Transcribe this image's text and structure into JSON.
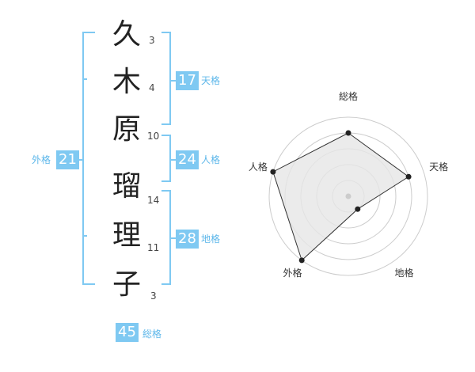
{
  "name": {
    "characters": [
      {
        "char": "久",
        "strokes": "3"
      },
      {
        "char": "木",
        "strokes": "4"
      },
      {
        "char": "原",
        "strokes": "10"
      },
      {
        "char": "瑠",
        "strokes": "14"
      },
      {
        "char": "理",
        "strokes": "11"
      },
      {
        "char": "子",
        "strokes": "3"
      }
    ]
  },
  "fortunes": {
    "tenkaku": {
      "value": "17",
      "label": "天格"
    },
    "jinkaku": {
      "value": "24",
      "label": "人格"
    },
    "chikaku": {
      "value": "28",
      "label": "地格"
    },
    "gaikaku": {
      "value": "21",
      "label": "外格"
    },
    "soukaku": {
      "value": "45",
      "label": "総格"
    }
  },
  "chart_data": {
    "type": "radar",
    "axes": [
      "総格",
      "天格",
      "地格",
      "外格",
      "人格"
    ],
    "max": 5,
    "values": [
      4,
      4,
      1,
      5,
      5
    ],
    "grid_rings": 5,
    "colors": {
      "fill": "#e6e6e6",
      "stroke": "#333333",
      "ring": "#cccccc",
      "point": "#222222",
      "center": "#cccccc"
    }
  }
}
